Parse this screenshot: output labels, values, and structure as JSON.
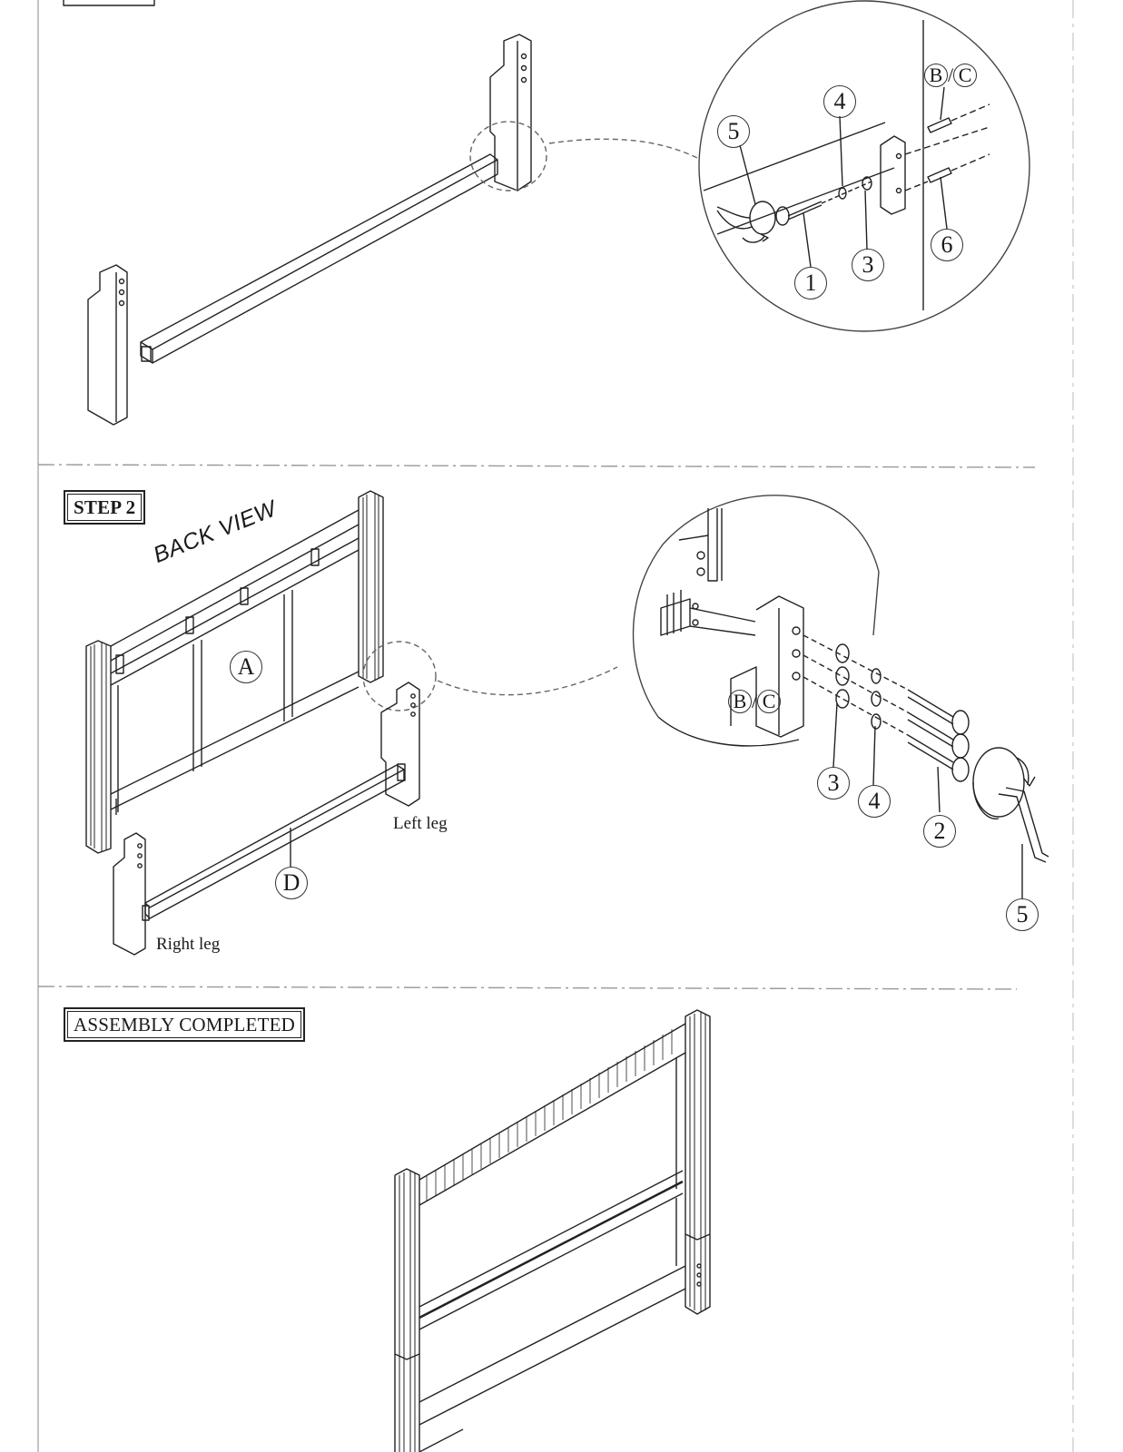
{
  "step1": {
    "callouts": {
      "c5": "5",
      "c4": "4",
      "c1": "1",
      "c3": "3",
      "c6": "6"
    },
    "bc_label": {
      "b": "B",
      "slash": "/",
      "c": "C"
    }
  },
  "step2": {
    "title": "STEP 2",
    "back_view": "BACK VIEW",
    "part_a": "A",
    "part_d": "D",
    "left_leg": "Left leg",
    "right_leg": "Right leg",
    "bc_label": {
      "b": "B",
      "slash": "/",
      "c": "C"
    },
    "callouts": {
      "c3": "3",
      "c4": "4",
      "c2": "2",
      "c5": "5"
    }
  },
  "assembly": {
    "title": "ASSEMBLY COMPLETED"
  }
}
